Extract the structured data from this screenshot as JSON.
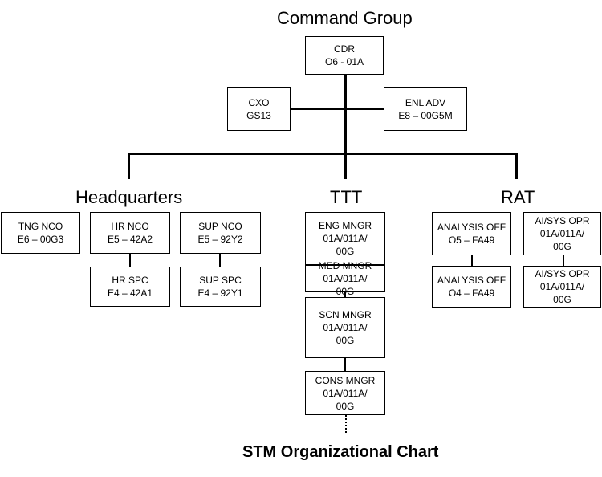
{
  "command": {
    "title": "Command Group",
    "cdr": [
      "CDR",
      "O6 - 01A"
    ],
    "cxo": [
      "CXO",
      "GS13"
    ],
    "enl_adv": [
      "ENL ADV",
      "E8 – 00G5M"
    ]
  },
  "headquarters": {
    "title": "Headquarters",
    "tng_nco": [
      "TNG NCO",
      "E6 – 00G3"
    ],
    "hr_nco": [
      "HR NCO",
      "E5 – 42A2"
    ],
    "sup_nco": [
      "SUP NCO",
      "E5 – 92Y2"
    ],
    "hr_spc": [
      "HR SPC",
      "E4 – 42A1"
    ],
    "sup_spc": [
      "SUP SPC",
      "E4 – 92Y1"
    ]
  },
  "ttt": {
    "title": "TTT",
    "eng_mngr": [
      "ENG MNGR",
      "01A/011A/",
      "00G"
    ],
    "med_mngr": [
      "MED MNGR",
      "01A/011A/",
      "00G"
    ],
    "scn_mngr": [
      "SCN MNGR",
      "01A/011A/",
      "00G"
    ],
    "cons_mngr": [
      "CONS MNGR",
      "01A/011A/",
      "00G"
    ]
  },
  "rat": {
    "title": "RAT",
    "analysis_off_o5": [
      "ANALYSIS OFF",
      "O5 – FA49"
    ],
    "analysis_off_o4": [
      "ANALYSIS OFF",
      "O4 – FA49"
    ],
    "ai_sys_opr_1": [
      "AI/SYS OPR",
      "01A/011A/",
      "00G"
    ],
    "ai_sys_opr_2": [
      "AI/SYS OPR",
      "01A/011A/",
      "00G"
    ]
  },
  "footer": {
    "chart_title": "STM Organizational Chart"
  }
}
